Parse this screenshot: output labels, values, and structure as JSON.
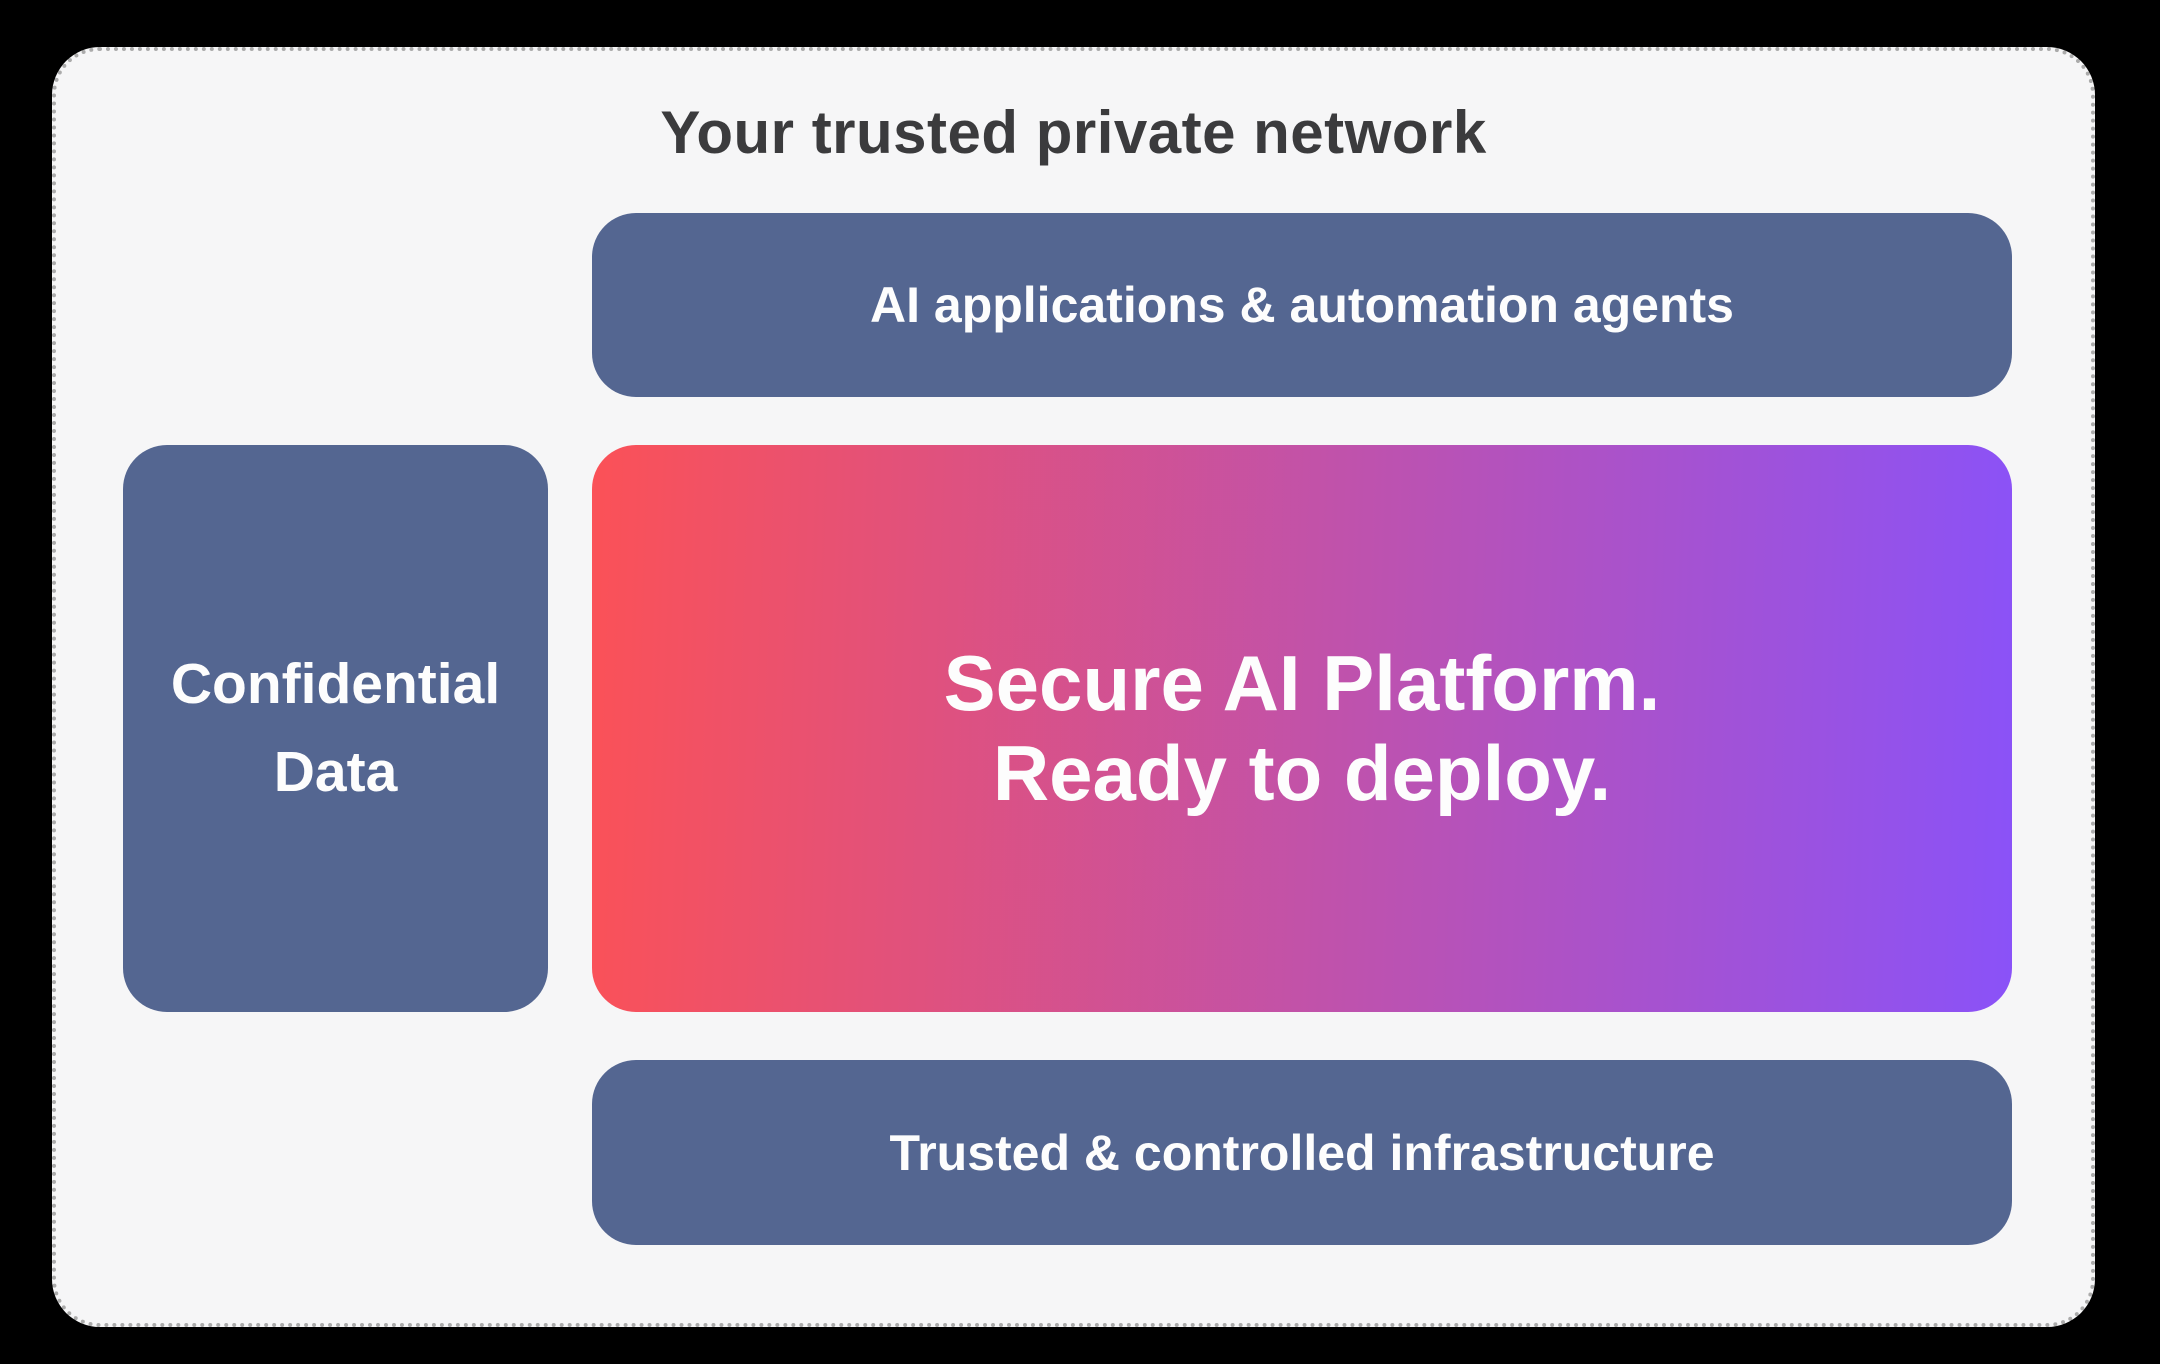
{
  "title": "Your trusted private network",
  "boxes": {
    "top": {
      "label": "AI applications & automation agents"
    },
    "left": {
      "line1": "Confidential",
      "line2": "Data"
    },
    "center": {
      "line1": "Secure AI Platform.",
      "line2": "Ready to deploy."
    },
    "bottom": {
      "label": "Trusted & controlled infrastructure"
    }
  },
  "colors": {
    "background": "#000000",
    "card_background": "#f6f6f7",
    "card_border": "#ababab",
    "box_blue": "#546691",
    "gradient_start": "#fb5157",
    "gradient_end": "#8a52f8",
    "title_text": "#3b3b3d",
    "box_text": "#fdfdfd"
  }
}
